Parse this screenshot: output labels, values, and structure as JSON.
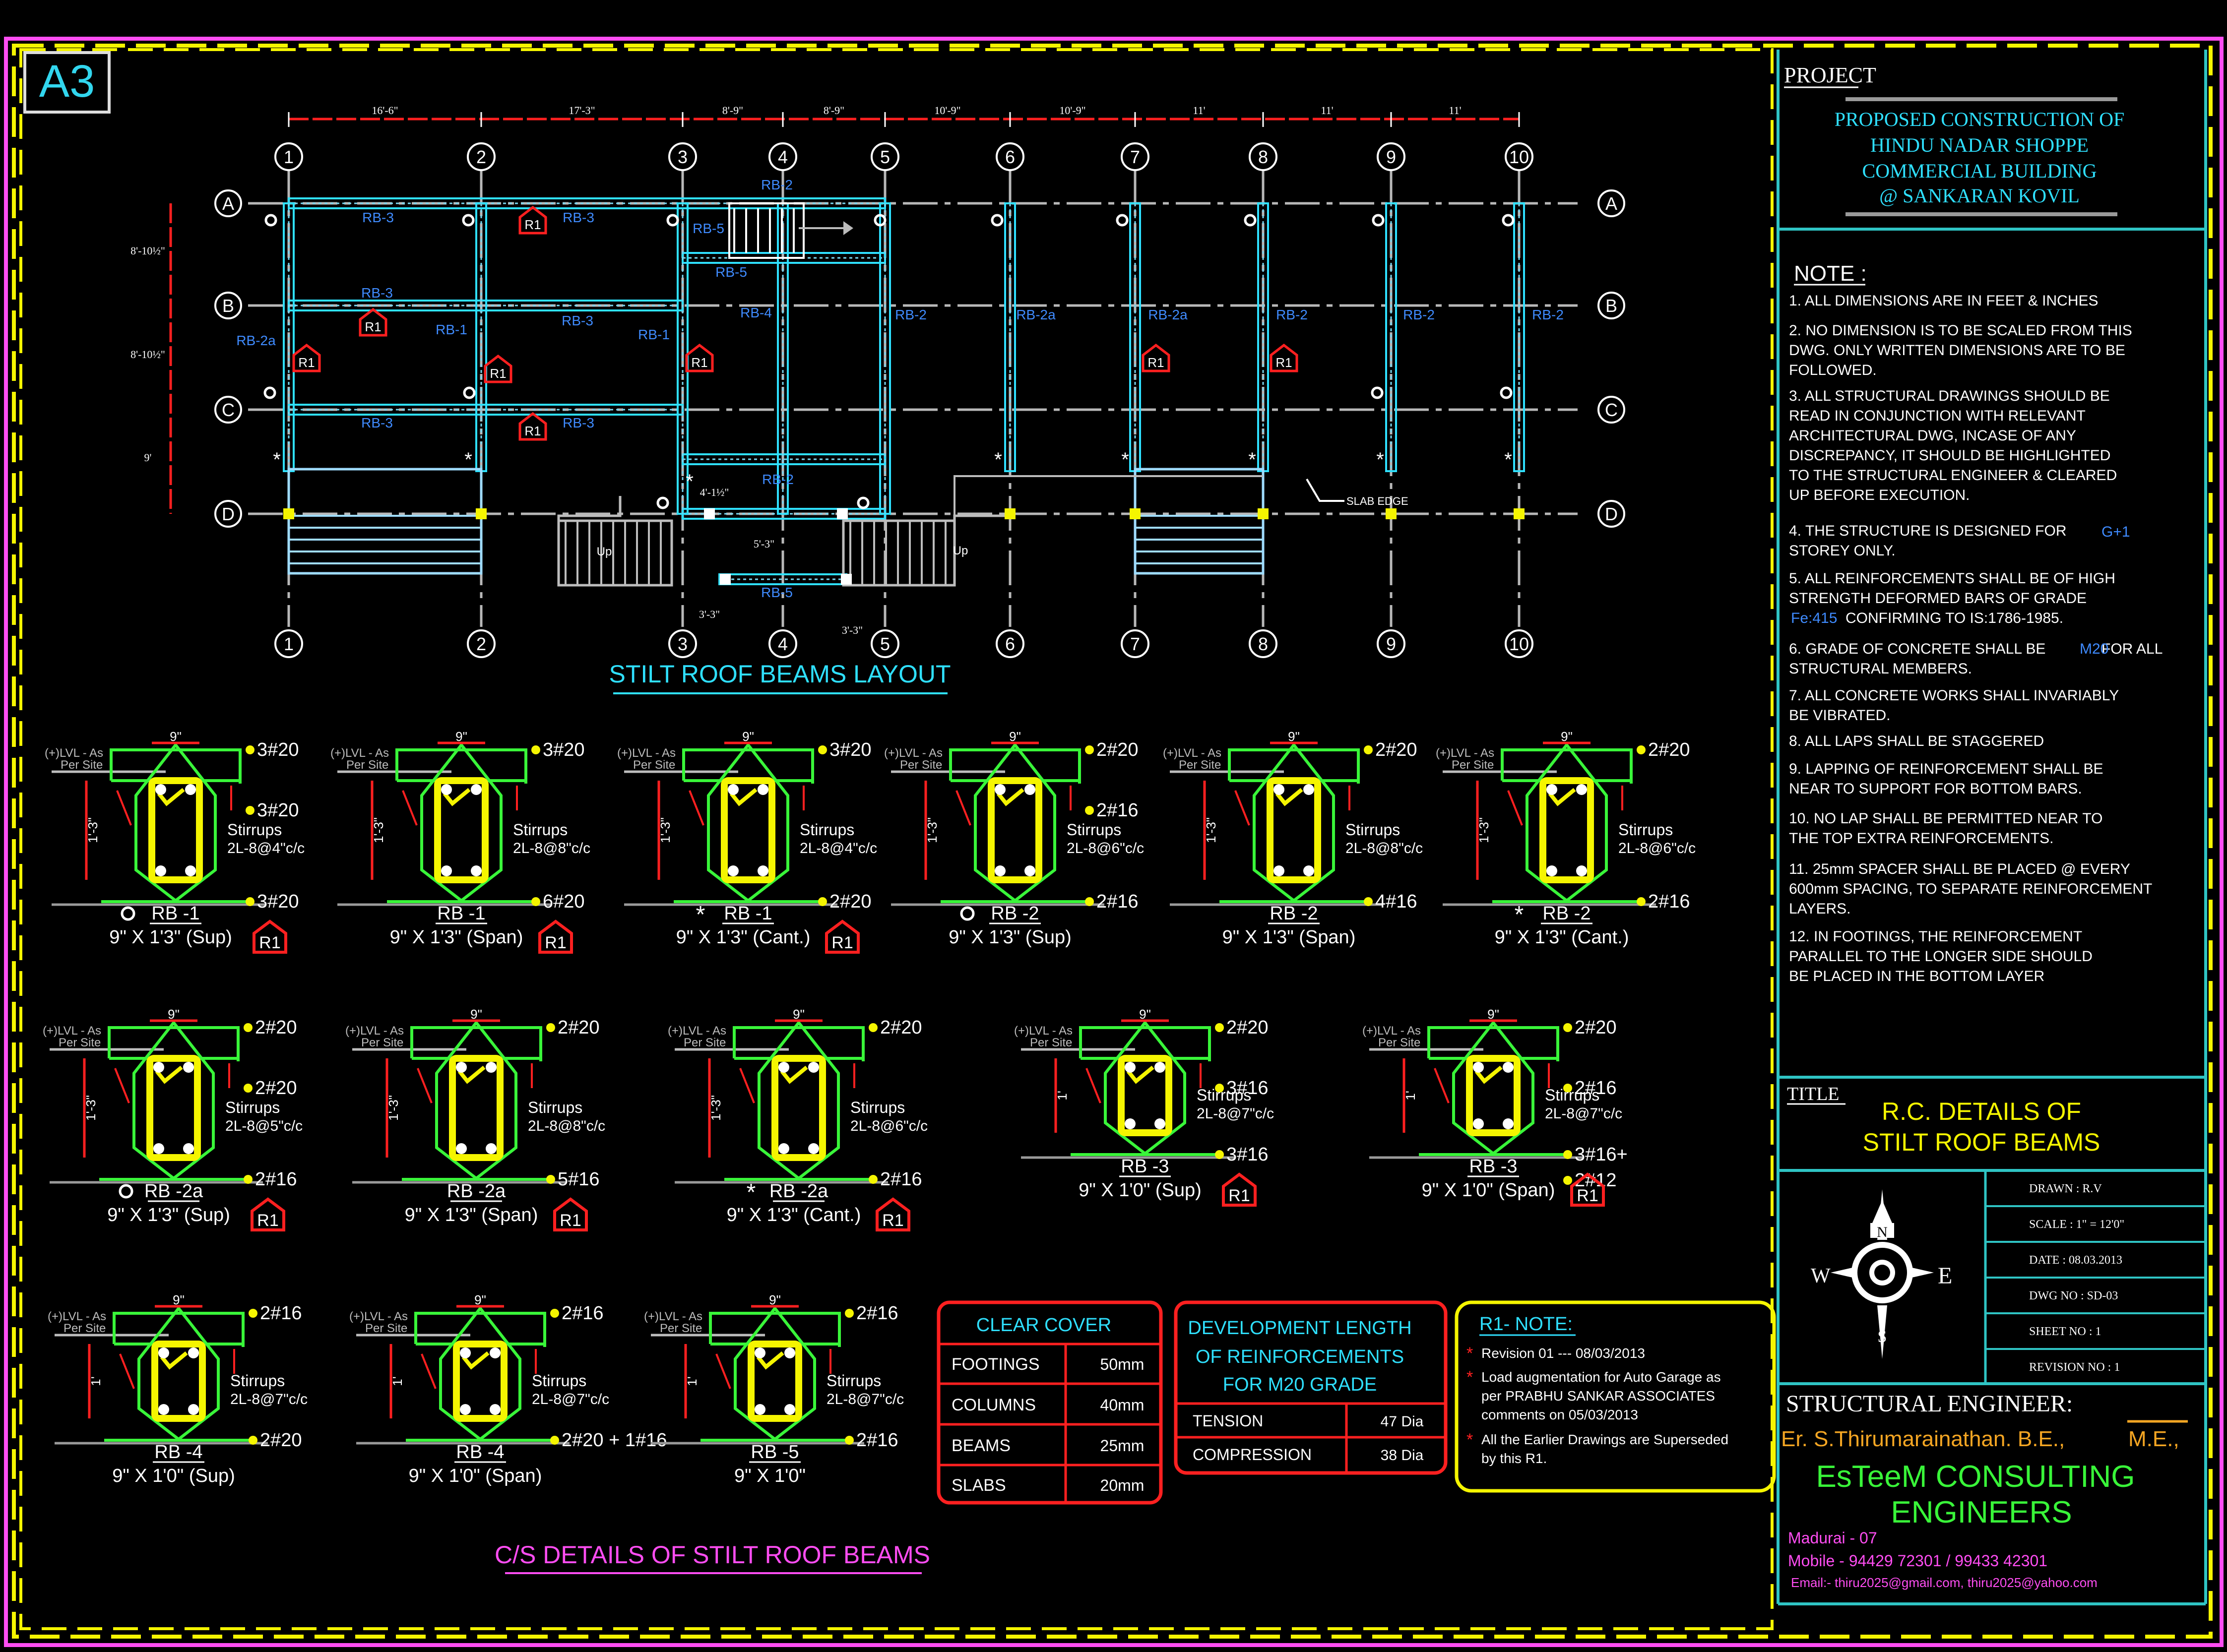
{
  "sheet_badge": "A3",
  "plan": {
    "title": "STILT ROOF BEAMS LAYOUT",
    "grid_numbers": [
      "1",
      "2",
      "3",
      "4",
      "5",
      "6",
      "7",
      "8",
      "9",
      "10"
    ],
    "grid_letters": [
      "A",
      "B",
      "C",
      "D"
    ],
    "top_dims": [
      "16'-6\"",
      "17'-3\"",
      "8'-9\"",
      "8'-9\"",
      "10'-9\"",
      "10'-9\"",
      "11'",
      "11'",
      "11'"
    ],
    "left_dims": [
      "8'-10½\"",
      "8'-10½\"",
      "9'"
    ],
    "misc_dims": [
      "4'-1½\"",
      "5'-3\"",
      "3'-3\"",
      "3'-3\""
    ],
    "beam_tags": [
      "RB-2",
      "RB-3",
      "RB-3",
      "RB-5",
      "RB-5",
      "RB-3",
      "RB-1",
      "RB-3",
      "RB-1",
      "RB-4",
      "RB-2",
      "RB-2",
      "RB-2a",
      "RB-2a",
      "RB-2",
      "RB-2",
      "RB-2a",
      "RB-3",
      "RB-3",
      "RB-2",
      "RB-5"
    ],
    "rev_marker": "R1",
    "up_label": "Up",
    "slab_edge": "SLAB EDGE"
  },
  "sections": {
    "title": "C/S DETAILS OF STILT ROOF BEAMS",
    "level_label": "(+)LVL - As",
    "level_label2": "Per Site",
    "width_dim": "9\"",
    "items": [
      {
        "name": "RB -1",
        "size": "9\" X 1'3\" (Sup)",
        "depth": "1'-3\"",
        "top": "3#20",
        "mid": "3#20",
        "stir1": "Stirrups",
        "stir2": "2L-8@4\"c/c",
        "bot": "3#20",
        "mark": "hex",
        "rev": "R1"
      },
      {
        "name": "RB -1",
        "size": "9\" X 1'3\" (Span)",
        "depth": "1'-3\"",
        "top": "3#20",
        "mid": "",
        "stir1": "Stirrups",
        "stir2": "2L-8@8\"c/c",
        "bot": "6#20",
        "mark": "",
        "rev": "R1"
      },
      {
        "name": "RB -1",
        "size": "9\" X 1'3\" (Cant.)",
        "depth": "1'-3\"",
        "top": "3#20",
        "mid": "",
        "stir1": "Stirrups",
        "stir2": "2L-8@4\"c/c",
        "bot": "2#20",
        "mark": "*",
        "rev": "R1"
      },
      {
        "name": "RB -2",
        "size": "9\" X 1'3\" (Sup)",
        "depth": "1'-3\"",
        "top": "2#20",
        "mid": "2#16",
        "stir1": "Stirrups",
        "stir2": "2L-8@6\"c/c",
        "bot": "2#16",
        "mark": "hex",
        "rev": ""
      },
      {
        "name": "RB -2",
        "size": "9\" X 1'3\" (Span)",
        "depth": "1'-3\"",
        "top": "2#20",
        "mid": "",
        "stir1": "Stirrups",
        "stir2": "2L-8@8\"c/c",
        "bot": "4#16",
        "mark": "",
        "rev": ""
      },
      {
        "name": "RB -2",
        "size": "9\" X 1'3\" (Cant.)",
        "depth": "1'-3\"",
        "top": "2#20",
        "mid": "",
        "stir1": "Stirrups",
        "stir2": "2L-8@6\"c/c",
        "bot": "2#16",
        "mark": "*",
        "rev": ""
      },
      {
        "name": "RB -2a",
        "size": "9\" X 1'3\" (Sup)",
        "depth": "1'-3\"",
        "top": "2#20",
        "mid": "2#20",
        "stir1": "Stirrups",
        "stir2": "2L-8@5\"c/c",
        "bot": "2#16",
        "mark": "hex",
        "rev": "R1"
      },
      {
        "name": "RB -2a",
        "size": "9\" X 1'3\" (Span)",
        "depth": "1'-3\"",
        "top": "2#20",
        "mid": "",
        "stir1": "Stirrups",
        "stir2": "2L-8@8\"c/c",
        "bot": "5#16",
        "mark": "",
        "rev": "R1"
      },
      {
        "name": "RB -2a",
        "size": "9\" X 1'3\" (Cant.)",
        "depth": "1'-3\"",
        "top": "2#20",
        "mid": "",
        "stir1": "Stirrups",
        "stir2": "2L-8@6\"c/c",
        "bot": "2#16",
        "mark": "*",
        "rev": "R1"
      },
      {
        "name": "RB -3",
        "size": "9\" X 1'0\" (Sup)",
        "depth": "1'",
        "top": "2#20",
        "mid": "3#16",
        "stir1": "Stirrups",
        "stir2": "2L-8@7\"c/c",
        "bot": "3#16",
        "mark": "",
        "rev": "R1"
      },
      {
        "name": "RB -3",
        "size": "9\" X 1'0\" (Span)",
        "depth": "1'",
        "top": "2#20",
        "mid": "2#16",
        "stir1": "Stirrups",
        "stir2": "2L-8@7\"c/c",
        "bot": "3#16+",
        "bot2": "2#12",
        "mark": "",
        "rev": "R1"
      },
      {
        "name": "RB -4",
        "size": "9\" X 1'0\" (Sup)",
        "depth": "1'",
        "top": "2#16",
        "mid": "",
        "stir1": "Stirrups",
        "stir2": "2L-8@7\"c/c",
        "bot": "2#20",
        "mark": "",
        "rev": ""
      },
      {
        "name": "RB -4",
        "size": "9\" X 1'0\" (Span)",
        "depth": "1'",
        "top": "2#16",
        "mid": "",
        "stir1": "Stirrups",
        "stir2": "2L-8@7\"c/c",
        "bot": "2#20 + 1#16",
        "mark": "",
        "rev": ""
      },
      {
        "name": "RB -5",
        "size": "9\" X 1'0\"",
        "depth": "1'",
        "top": "2#16",
        "mid": "",
        "stir1": "Stirrups",
        "stir2": "2L-8@7\"c/c",
        "bot": "2#16",
        "mark": "",
        "rev": ""
      }
    ]
  },
  "clear_cover": {
    "title": "CLEAR COVER",
    "rows": [
      [
        "FOOTINGS",
        "50mm"
      ],
      [
        "COLUMNS",
        "40mm"
      ],
      [
        "BEAMS",
        "25mm"
      ],
      [
        "SLABS",
        "20mm"
      ]
    ]
  },
  "dev_length": {
    "title": [
      "DEVELOPMENT LENGTH",
      "OF REINFORCEMENTS",
      "FOR M20 GRADE"
    ],
    "rows": [
      [
        "TENSION",
        "47 Dia"
      ],
      [
        "COMPRESSION",
        "38 Dia"
      ]
    ]
  },
  "r1_note": {
    "title": "R1- NOTE:",
    "lines": [
      [
        "Revision 01 --- 08/03/2013"
      ],
      [
        "Load augmentation for Auto Garage as",
        "per PRABHU SANKAR ASSOCIATES",
        "comments on 05/03/2013"
      ],
      [
        "All the Earlier Drawings are Superseded",
        "by this R1."
      ]
    ]
  },
  "title_block": {
    "project_label": "PROJECT",
    "project_lines": [
      "PROPOSED CONSTRUCTION OF",
      "HINDU NADAR SHOPPE",
      "COMMERCIAL BUILDING",
      "@ SANKARAN KOVIL"
    ],
    "note_title": "NOTE :",
    "notes": [
      [
        "1. ALL DIMENSIONS ARE IN FEET & INCHES"
      ],
      [
        "2. NO DIMENSION IS TO BE SCALED FROM THIS",
        "DWG. ONLY WRITTEN DIMENSIONS ARE TO BE",
        "FOLLOWED."
      ],
      [
        "3. ALL STRUCTURAL DRAWINGS SHOULD BE",
        "READ IN CONJUNCTION WITH RELEVANT",
        "ARCHITECTURAL DWG, INCASE OF ANY",
        "DISCREPANCY, IT SHOULD BE HIGHLIGHTED",
        "TO THE STRUCTURAL ENGINEER & CLEARED",
        "UP BEFORE EXECUTION."
      ],
      [
        "4. THE STRUCTURE IS DESIGNED  FOR",
        "STOREY ONLY."
      ],
      [
        "5. ALL REINFORCEMENTS SHALL BE OF HIGH",
        "STRENGTH DEFORMED BARS OF GRADE",
        "CONFIRMING TO IS:1786-1985."
      ],
      [
        "6. GRADE OF CONCRETE SHALL BE",
        "FOR ALL",
        "STRUCTURAL MEMBERS."
      ],
      [
        "7. ALL CONCRETE WORKS SHALL INVARIABLY",
        "BE VIBRATED."
      ],
      [
        "8. ALL LAPS SHALL BE STAGGERED"
      ],
      [
        "9. LAPPING OF REINFORCEMENT SHALL BE",
        "NEAR TO SUPPORT FOR BOTTOM BARS."
      ],
      [
        "10. NO LAP SHALL BE PERMITTED NEAR TO",
        "THE TOP EXTRA REINFORCEMENTS."
      ],
      [
        "11. 25mm SPACER SHALL BE PLACED @ EVERY",
        "600mm SPACING, TO SEPARATE  REINFORCEMENT",
        "LAYERS."
      ],
      [
        "12. IN FOOTINGS, THE REINFORCEMENT",
        "PARALLEL TO THE LONGER SIDE SHOULD",
        "BE PLACED IN THE BOTTOM LAYER"
      ]
    ],
    "note_highlights": {
      "storey": "G+1",
      "steel": "Fe:415",
      "concrete": "M20"
    },
    "title_label": "TITLE",
    "title_lines": [
      "R.C. DETAILS OF",
      "STILT ROOF BEAMS"
    ],
    "info": [
      "DRAWN : R.V",
      "SCALE   : 1\" = 12'0\"",
      "DATE : 08.03.2013",
      "DWG NO : SD-03",
      "SHEET NO : 1",
      "REVISION NO : 1"
    ],
    "compass": {
      "n": "N",
      "s": "S",
      "e": "E",
      "w": "W"
    },
    "engineer_label": "STRUCTURAL ENGINEER:",
    "engineer_name": "Er. S.Thirumarainathan. B.E.,",
    "engineer_deg": "M.E.,",
    "firm": [
      "EsTeeM CONSULTING",
      "ENGINEERS"
    ],
    "address": "Madurai - 07",
    "mobile": "Mobile - 94429 72301 / 99433 42301",
    "email": "Email:- thiru2025@gmail.com, thiru2025@yahoo.com"
  }
}
